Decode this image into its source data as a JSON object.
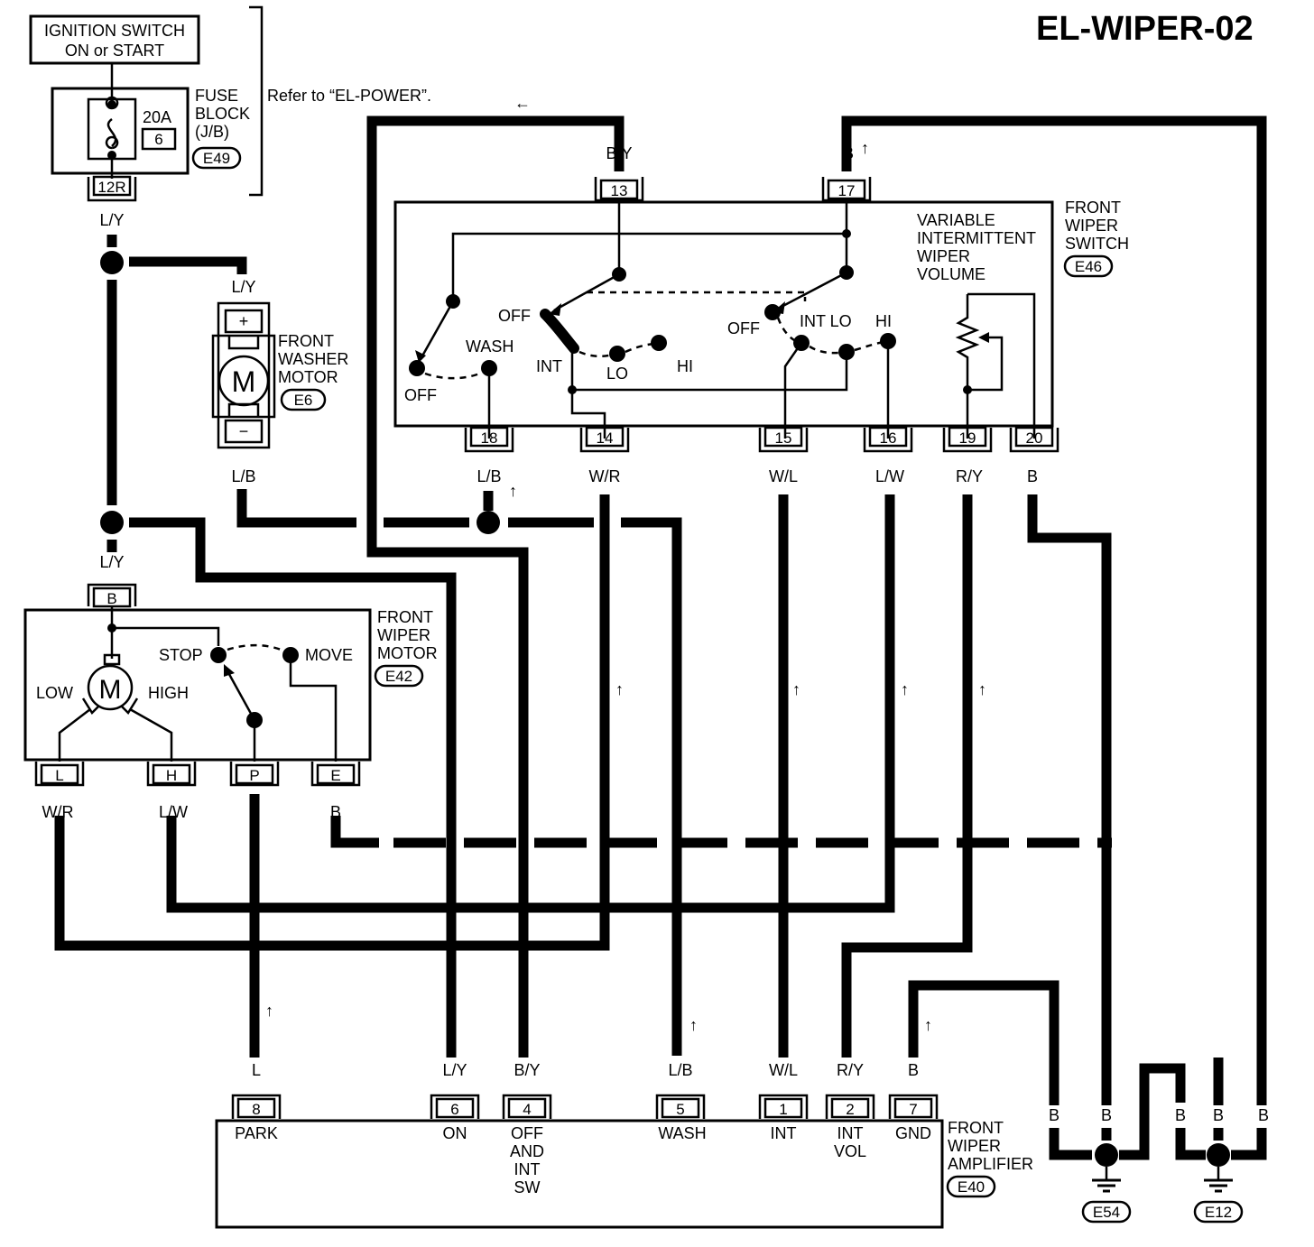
{
  "title": "EL-WIPER-02",
  "ignition_switch": {
    "line1": "IGNITION SWITCH",
    "line2": "ON or START"
  },
  "fuse_block": {
    "name1": "FUSE",
    "name2": "BLOCK",
    "name3": "(J/B)",
    "id": "E49",
    "rating": "20A",
    "number": "6",
    "pin": "12R",
    "refer": "Refer to “EL-POWER”."
  },
  "washer_motor": {
    "name1": "FRONT",
    "name2": "WASHER",
    "name3": "MOTOR",
    "id": "E6",
    "plus": "+",
    "minus": "−",
    "symbol": "M"
  },
  "wiper_motor": {
    "name1": "FRONT",
    "name2": "WIPER",
    "name3": "MOTOR",
    "id": "E42",
    "symbol": "M",
    "low": "LOW",
    "high": "HIGH",
    "stop": "STOP",
    "move": "MOVE",
    "pins": [
      "B",
      "L",
      "H",
      "P",
      "E"
    ]
  },
  "wiper_switch": {
    "name1": "FRONT",
    "name2": "WIPER",
    "name3": "SWITCH",
    "id": "E46",
    "vol1": "VARIABLE",
    "vol2": "INTERMITTENT",
    "vol3": "WIPER",
    "vol4": "VOLUME",
    "off_a": "OFF",
    "wash": "WASH",
    "off_b": "OFF",
    "int_a": "INT",
    "lo_a": "LO",
    "hi_a": "HI",
    "off_c": "OFF",
    "int_lo": "INT LO",
    "hi_b": "HI",
    "top_pins": [
      "13",
      "17"
    ],
    "bottom_pins": [
      "18",
      "14",
      "15",
      "16",
      "19",
      "20"
    ]
  },
  "amplifier": {
    "name1": "FRONT",
    "name2": "WIPER",
    "name3": "AMPLIFIER",
    "id": "E40",
    "pins": [
      {
        "num": "8",
        "label": "PARK",
        "wire": "L"
      },
      {
        "num": "6",
        "label": "ON",
        "wire": "L/Y"
      },
      {
        "num": "4",
        "label": "OFF AND INT SW",
        "wire": "B/Y"
      },
      {
        "num": "5",
        "label": "WASH",
        "wire": "L/B"
      },
      {
        "num": "1",
        "label": "INT",
        "wire": "W/L"
      },
      {
        "num": "2",
        "label": "INT VOL",
        "wire": "R/Y"
      },
      {
        "num": "7",
        "label": "GND",
        "wire": "B"
      }
    ],
    "lbl_off": "OFF",
    "lbl_and": "AND",
    "lbl_int": "INT",
    "lbl_sw": "SW",
    "lbl_int2": "INT",
    "lbl_vol": "VOL"
  },
  "wires": {
    "ly1": "L/Y",
    "ly2": "L/Y",
    "ly3": "L/Y",
    "lb": "L/B",
    "by_top": "B/Y",
    "b_top": "B",
    "sw18": "L/B",
    "sw14": "W/R",
    "sw15": "W/L",
    "sw16": "L/W",
    "sw19": "R/Y",
    "sw20": "B",
    "m_wr": "W/R",
    "m_lw": "L/W",
    "m_l": "L",
    "m_b": "B"
  },
  "grounds": {
    "g1": "E54",
    "g2": "E12",
    "wire": "B"
  }
}
